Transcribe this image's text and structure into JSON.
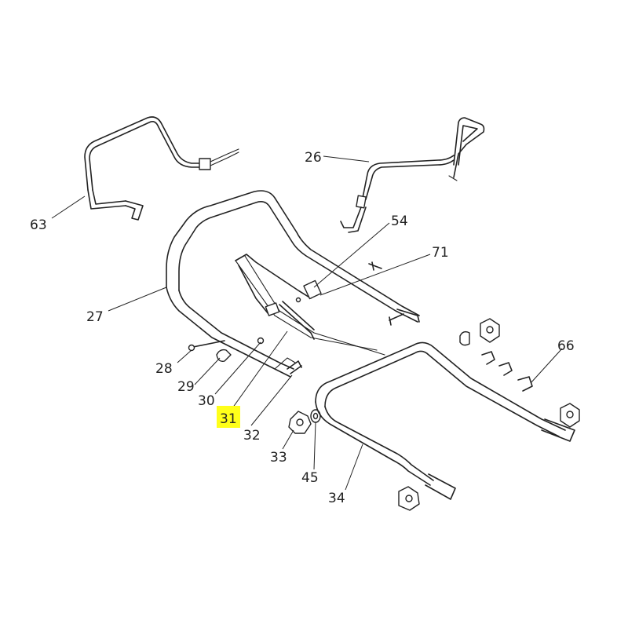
{
  "diagram": {
    "highlight_color": "#ffff1a",
    "line_color": "#222222",
    "highlighted_part": "31"
  },
  "callouts": {
    "c63": "63",
    "c26": "26",
    "c54": "54",
    "c71": "71",
    "c27": "27",
    "c66": "66",
    "c28": "28",
    "c29": "29",
    "c30": "30",
    "c31": "31",
    "c32": "32",
    "c33": "33",
    "c45": "45",
    "c34": "34"
  }
}
